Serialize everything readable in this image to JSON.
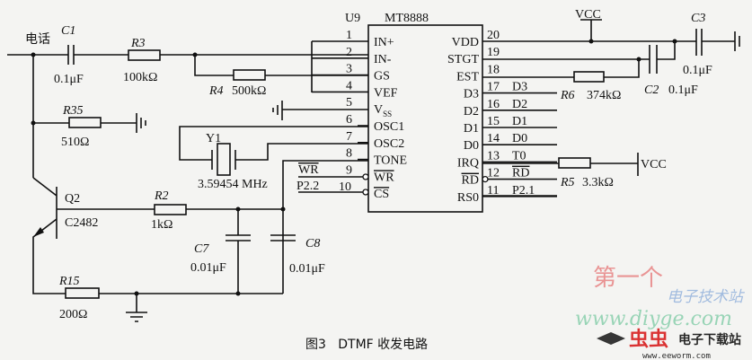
{
  "input_label": "电话",
  "chip": {
    "ref": "U9",
    "part": "MT8888",
    "left_pins": [
      {
        "num": "1",
        "name": "IN+"
      },
      {
        "num": "2",
        "name": "IN-"
      },
      {
        "num": "3",
        "name": "GS"
      },
      {
        "num": "4",
        "name": "VEF"
      },
      {
        "num": "5",
        "name": "V",
        "sub": "SS"
      },
      {
        "num": "6",
        "name": "OSC1"
      },
      {
        "num": "7",
        "name": "OSC2"
      },
      {
        "num": "8",
        "name": "TONE"
      },
      {
        "num": "9",
        "name": "WR"
      },
      {
        "num": "10",
        "name": "CS"
      }
    ],
    "right_pins": [
      {
        "num": "20",
        "name": "VDD",
        "net": ""
      },
      {
        "num": "19",
        "name": "STGT",
        "net": ""
      },
      {
        "num": "18",
        "name": "EST",
        "net": ""
      },
      {
        "num": "17",
        "name": "D3",
        "net": "D3"
      },
      {
        "num": "16",
        "name": "D2",
        "net": "D2"
      },
      {
        "num": "15",
        "name": "D1",
        "net": "D1"
      },
      {
        "num": "14",
        "name": "D0",
        "net": "D0"
      },
      {
        "num": "13",
        "name": "IRQ",
        "net": "T0"
      },
      {
        "num": "12",
        "name": "RD",
        "net": "RD"
      },
      {
        "num": "11",
        "name": "RS0",
        "net": "P2.1"
      }
    ]
  },
  "nets": {
    "pin9": "WR",
    "pin10": "P2.2",
    "vcc": "VCC"
  },
  "components": {
    "C1": {
      "ref": "C1",
      "value": "0.1μF"
    },
    "R3": {
      "ref": "R3",
      "value": "100kΩ"
    },
    "R4": {
      "ref": "R4",
      "value": "500kΩ"
    },
    "R35": {
      "ref": "R35",
      "value": "510Ω"
    },
    "Y1": {
      "ref": "Y1",
      "value": "3.59454 MHz"
    },
    "Q2": {
      "ref": "Q2",
      "value": "C2482"
    },
    "R2": {
      "ref": "R2",
      "value": "1kΩ"
    },
    "C7": {
      "ref": "C7",
      "value": "0.01μF"
    },
    "C8": {
      "ref": "C8",
      "value": "0.01μF"
    },
    "R15": {
      "ref": "R15",
      "value": "200Ω"
    },
    "C2": {
      "ref": "C2",
      "value": "0.1μF"
    },
    "C3": {
      "ref": "C3",
      "value": "0.1μF"
    },
    "R6": {
      "ref": "R6",
      "value": "374kΩ"
    },
    "R5": {
      "ref": "R5",
      "value": "3.3kΩ"
    }
  },
  "caption": "图3   DTMF 收发电路",
  "watermark": {
    "line1": "第一个",
    "line2": "电子技术站",
    "line3": "www.diyge.com",
    "line4": "电子下载站",
    "line5": "www.eeworm.com"
  },
  "colors": {
    "ink": "#111111",
    "watermark_red": "#e88a8a",
    "watermark_blue": "#9ab6dd",
    "watermark_green": "#8fd1b0",
    "logo_red": "#d81e1e"
  }
}
